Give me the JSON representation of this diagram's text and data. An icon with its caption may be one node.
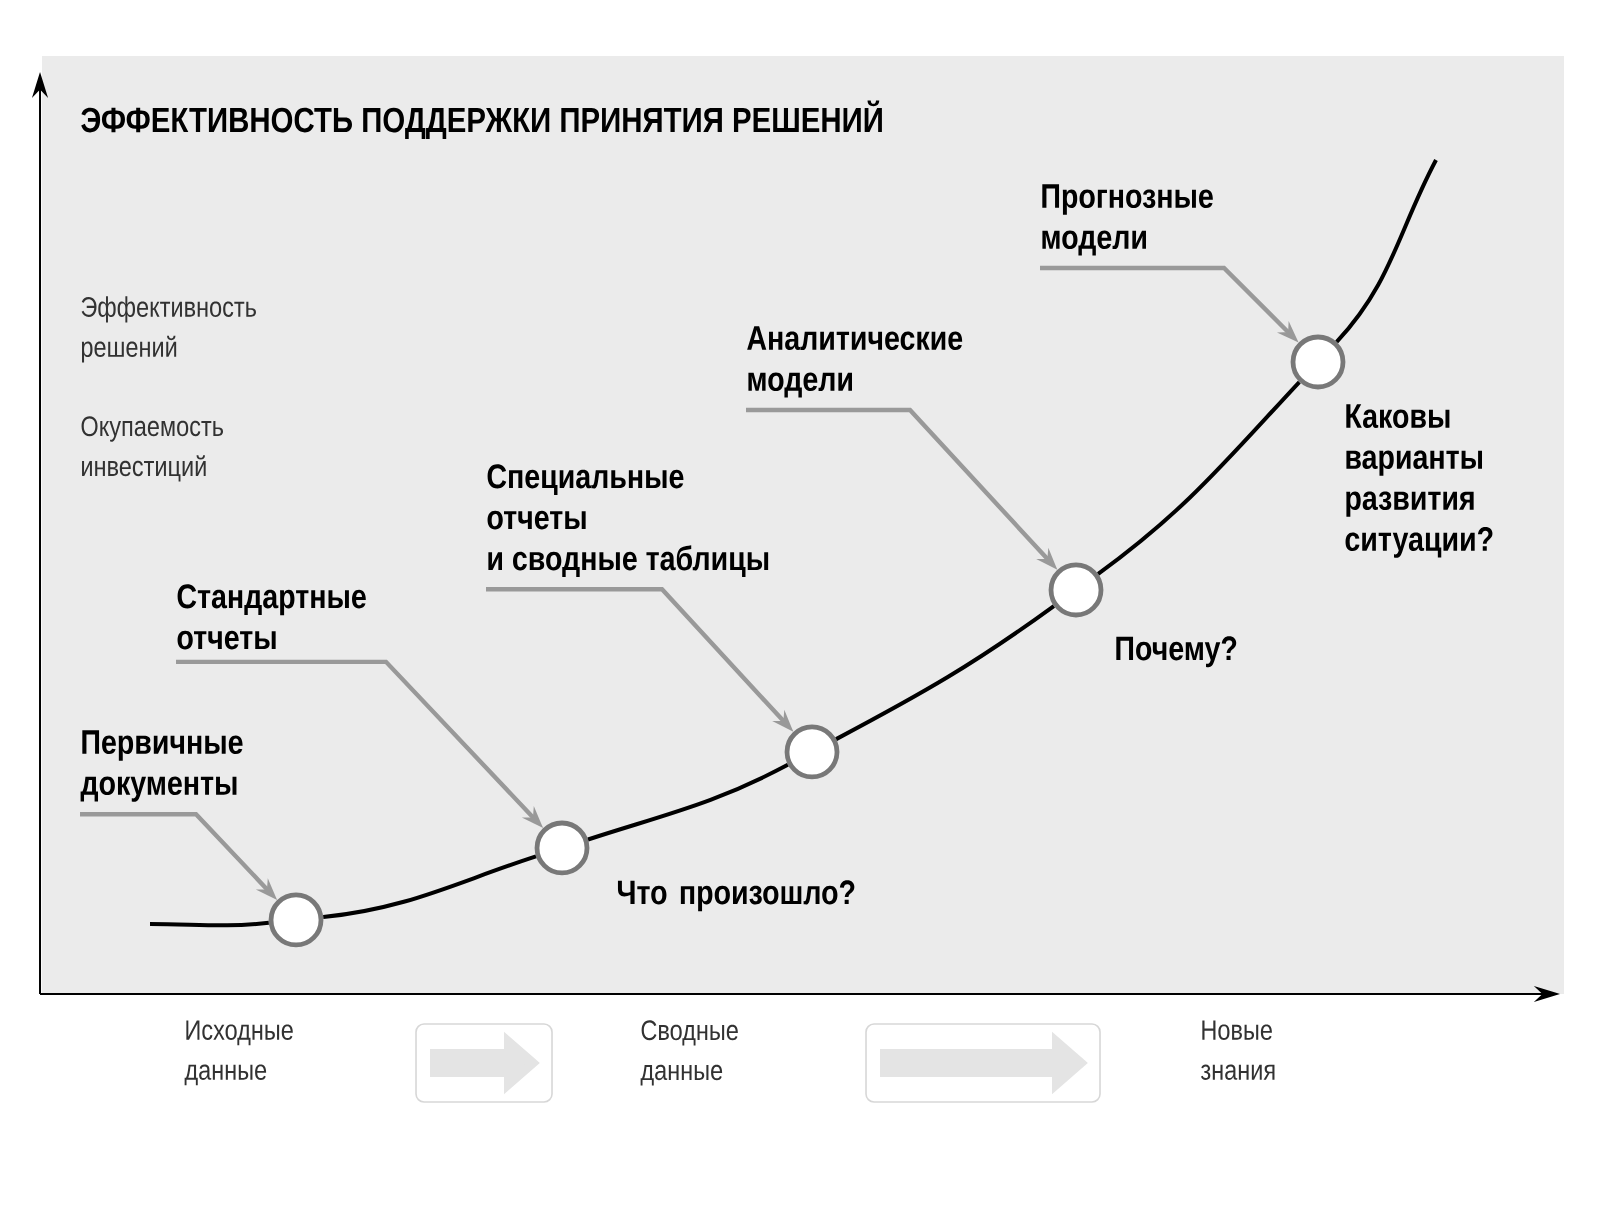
{
  "diagram": {
    "title": "ЭФФЕКТИВНОСТЬ ПОДДЕРЖКИ ПРИНЯТИЯ РЕШЕНИЙ",
    "nodes": [
      {
        "text": [
          "Первичные документы"
        ]
      },
      {
        "text": [
          "Стандартные отчеты"
        ]
      },
      {
        "text": [
          "Специальные отчеты и сводные таблицы"
        ]
      },
      {
        "text": [
          "Аналитические модели"
        ]
      },
      {
        "text": [
          "Прогнозные модели"
        ]
      },
      {
        "text": [],
        "shape": "circle"
      },
      {
        "text": [],
        "shape": "circle",
        "beside": [
          "Что произошло?"
        ]
      },
      {
        "text": [],
        "shape": "circle"
      },
      {
        "text": [],
        "shape": "circle",
        "beside": [
          "Почему?"
        ]
      },
      {
        "text": [],
        "shape": "circle",
        "beside": [
          "Каковы варианты развития ситуации?"
        ]
      }
    ],
    "edges": [
      {
        "from": 0,
        "to": 5,
        "arrow": "to",
        "color": "#999999"
      },
      {
        "from": 1,
        "to": 6,
        "arrow": "to",
        "color": "#999999"
      },
      {
        "from": 2,
        "to": 7,
        "arrow": "to",
        "color": "#999999"
      },
      {
        "from": 3,
        "to": 8,
        "arrow": "to",
        "color": "#999999"
      },
      {
        "from": 4,
        "to": 9,
        "arrow": "to",
        "color": "#999999"
      },
      {
        "from": null,
        "to": 5,
        "arrow": "none"
      },
      {
        "from": 5,
        "to": 6,
        "arrow": "none"
      },
      {
        "from": 6,
        "to": 7,
        "arrow": "none"
      },
      {
        "from": 7,
        "to": 8,
        "arrow": "none"
      },
      {
        "from": 8,
        "to": 9,
        "arrow": "none"
      },
      {
        "from": 9,
        "to": null,
        "arrow": "none"
      }
    ],
    "labels": [
      "Эффективность решений",
      "Окупаемость инвестиций",
      "Исходные данные",
      "Сводные данные",
      "Новые знания"
    ]
  }
}
